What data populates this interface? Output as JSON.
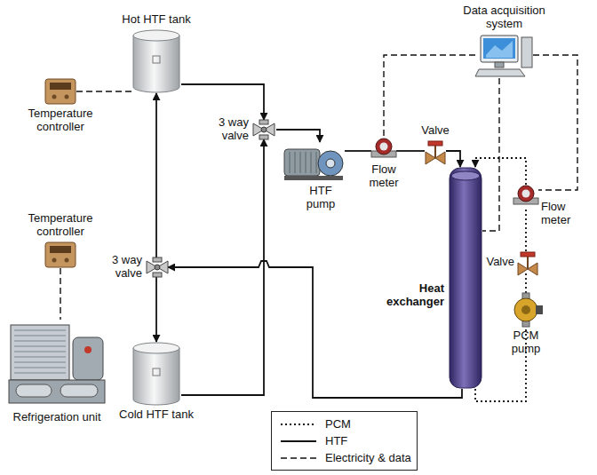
{
  "diagram": {
    "nodes": [
      {
        "text": [
          "Data acquisition system"
        ]
      },
      {
        "text": [
          "Hot HTF tank"
        ]
      },
      {
        "text": [
          "Temperature controller"
        ]
      },
      {
        "text": [
          "3 way valve"
        ]
      },
      {
        "text": [
          "HTF pump"
        ]
      },
      {
        "text": [
          "Flow meter"
        ]
      },
      {
        "text": [
          "Valve"
        ]
      },
      {
        "text": [
          "Heat exchanger"
        ]
      },
      {
        "text": [
          "Flow meter"
        ]
      },
      {
        "text": [
          "Valve"
        ]
      },
      {
        "text": [
          "PCM pump"
        ]
      },
      {
        "text": [
          "3 way valve"
        ]
      },
      {
        "text": [
          "Temperature controller"
        ]
      },
      {
        "text": [
          "Refrigeration unit"
        ]
      },
      {
        "text": [
          "Cold HTF tank"
        ]
      }
    ],
    "edges": [
      {
        "from": 2,
        "to": 1,
        "arrow": "none"
      },
      {
        "from": 1,
        "to": 3,
        "arrow": "to"
      },
      {
        "from": 3,
        "to": 4,
        "arrow": "to"
      },
      {
        "from": 4,
        "to": 5,
        "arrow": "none"
      },
      {
        "from": 5,
        "to": 6,
        "arrow": "none"
      },
      {
        "from": 6,
        "to": 7,
        "arrow": "to"
      },
      {
        "from": 7,
        "to": 11,
        "arrow": "to"
      },
      {
        "from": 11,
        "to": 1,
        "arrow": "to"
      },
      {
        "from": 11,
        "to": 14,
        "arrow": "to"
      },
      {
        "from": 14,
        "to": 3,
        "arrow": "to"
      },
      {
        "from": 12,
        "to": 13,
        "arrow": "none"
      },
      {
        "from": 0,
        "to": 5,
        "arrow": "none"
      },
      {
        "from": 0,
        "to": 8,
        "arrow": "none"
      },
      {
        "from": 0,
        "to": 7,
        "arrow": "none"
      },
      {
        "from": 7,
        "to": 10,
        "arrow": "none"
      },
      {
        "from": 10,
        "to": 9,
        "arrow": "none"
      },
      {
        "from": 9,
        "to": 8,
        "arrow": "none"
      },
      {
        "from": 8,
        "to": 7,
        "arrow": "to"
      }
    ],
    "legend": [
      {
        "text": "PCM"
      },
      {
        "text": "HTF"
      },
      {
        "text": "Electricity & data"
      }
    ]
  }
}
